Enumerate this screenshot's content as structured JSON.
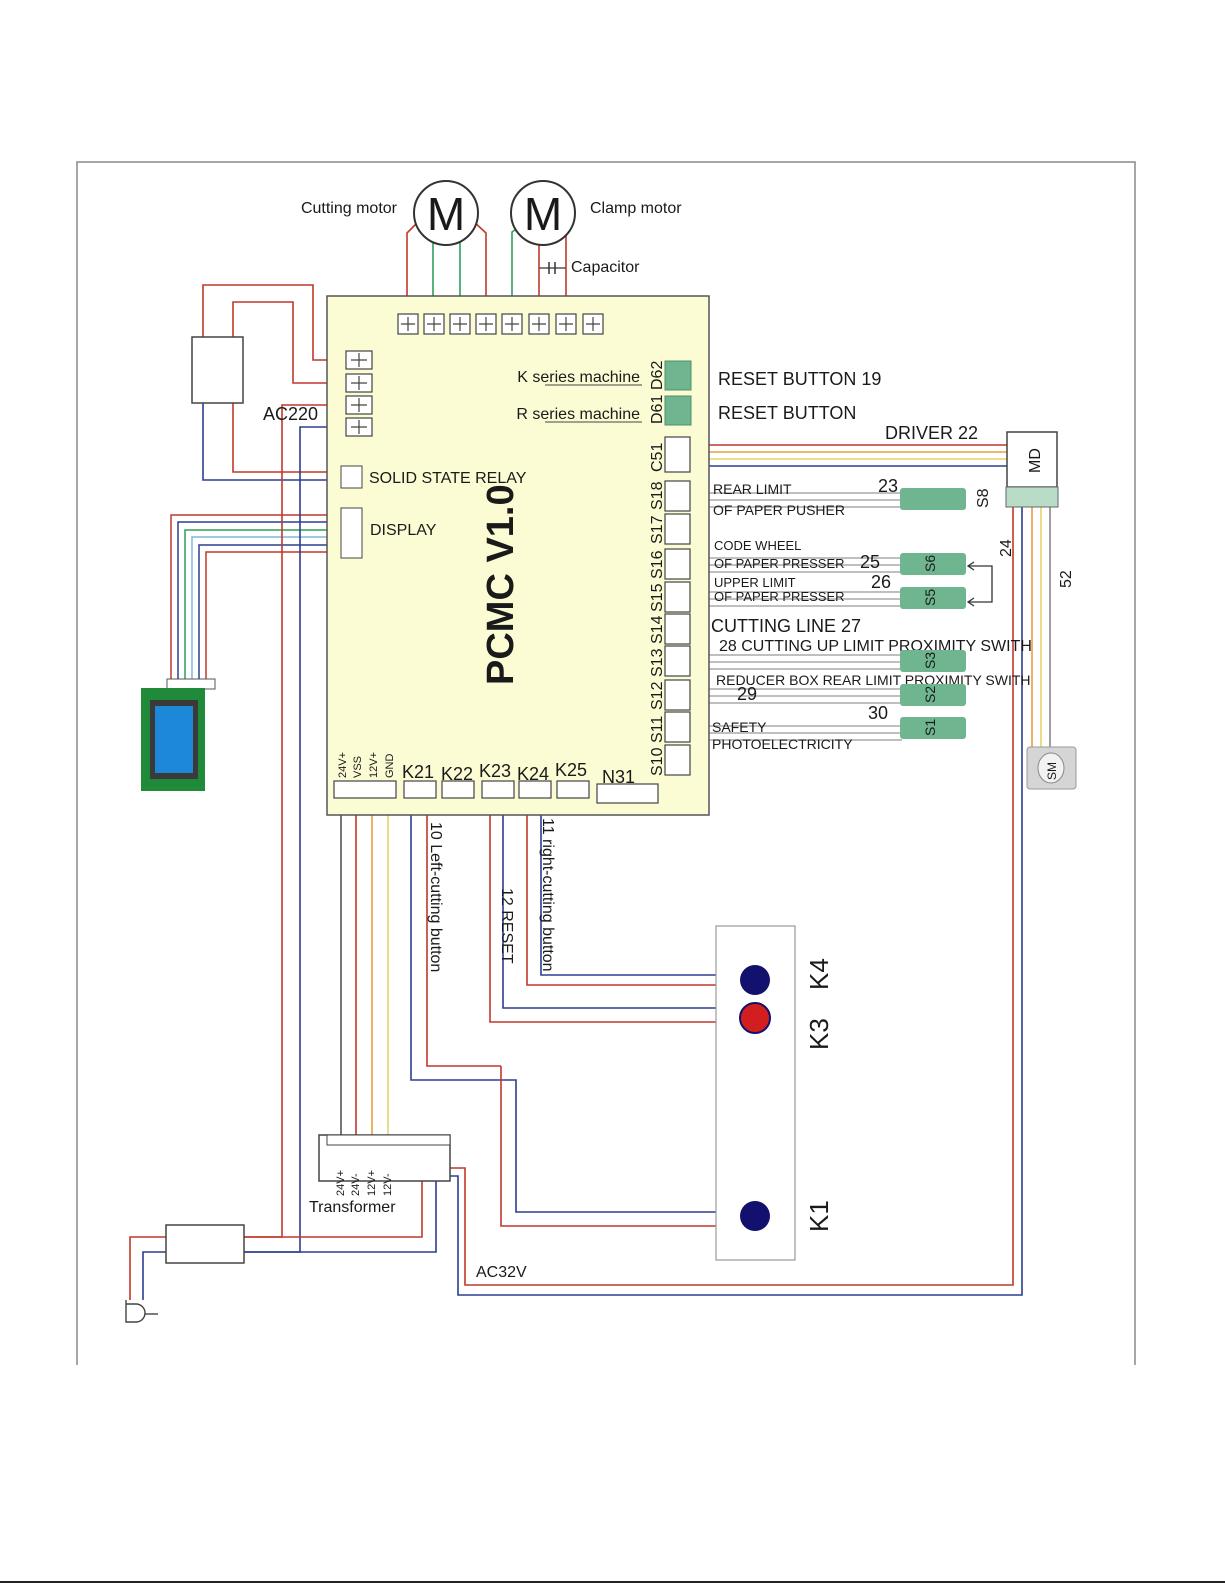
{
  "motors": {
    "cutting_label": "Cutting motor",
    "clamp_label": "Clamp motor",
    "symbol": "M",
    "capacitor_label": "Capacitor"
  },
  "board": {
    "title": "PCMC V1.0",
    "ac220": "AC220",
    "solid_state_relay": "SOLID STATE RELAY",
    "display": "DISPLAY",
    "k_series": "K series machine",
    "r_series": "R series machine",
    "d62": "D62",
    "d61": "D61",
    "s_ports": [
      "C51",
      "S18",
      "S17",
      "S16",
      "S15",
      "S14",
      "S13",
      "S12",
      "S11",
      "S10"
    ],
    "power_pins": [
      "24V+",
      "VSS",
      "12V+",
      "GND"
    ],
    "k_ports": [
      "K21",
      "K22",
      "K23",
      "K24",
      "K25"
    ],
    "n31": "N31"
  },
  "right_labels": {
    "reset19": "RESET BUTTON 19",
    "reset": "RESET BUTTON",
    "driver": "DRIVER  22",
    "md": "MD",
    "rear_limit_1": "REAR LIMIT",
    "rear_limit_2": "OF PAPER PUSHER",
    "n23": "23",
    "s8": "S8",
    "code_wheel_1": "CODE WHEEL",
    "code_wheel_2": "OF PAPER PRESSER",
    "n25": "25",
    "s6": "S6",
    "upper_limit_1": "UPPER LIMIT",
    "upper_limit_2": "OF PAPER PRESSER",
    "n26": "26",
    "s5": "S5",
    "n24": "24",
    "n52": "52",
    "cutting_line": "CUTTING LINE 27",
    "cutting_up": "28 CUTTING UP LIMIT PROXIMITY SWITH",
    "s3": "S3",
    "reducer": "REDUCER BOX REAR LIMIT PROXIMITY SWITH",
    "n29": "29",
    "s2": "S2",
    "n30": "30",
    "safety_1": "SAFETY",
    "safety_2": "PHOTOELECTRICITY",
    "s1": "S1",
    "sm": "SM"
  },
  "buttons": {
    "left_cut": "10 Left-cutting button",
    "reset12": "12 RESET",
    "right_cut": "11 right-cutting button",
    "k4": "K4",
    "k3": "K3",
    "k1": "K1"
  },
  "transformer": {
    "label": "Transformer",
    "pins": [
      "24V+",
      "24V-",
      "12V+",
      "12V-"
    ],
    "ac32v": "AC32V"
  },
  "colors": {
    "board_fill": "#fbfcd4",
    "sensor_green": "#6fb58f",
    "wire_red": "#c0392b",
    "wire_blue": "#2c3e8f",
    "wire_green": "#2e9e5a",
    "wire_orange": "#e8a040",
    "wire_yellow": "#e6d36a",
    "display_green": "#1f8a3a",
    "display_blue": "#1e88d8",
    "button_blue": "#12126e",
    "button_red": "#d21e1e"
  }
}
